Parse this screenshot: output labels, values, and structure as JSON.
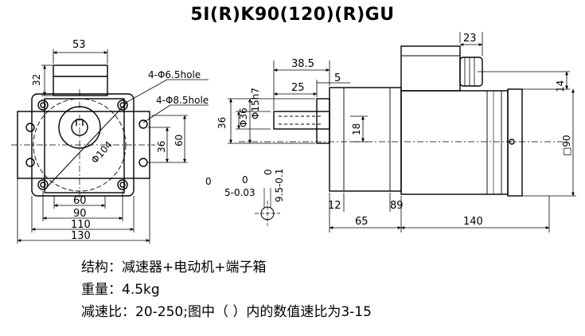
{
  "title": "5I(R)K90(120)(R)GU",
  "front_view": {
    "dims": {
      "top_width": "53",
      "left_height": "32",
      "hole_small": "4-Φ6.5hole",
      "hole_large": "4-Φ8.5hole",
      "pcd": "Φ104",
      "right_36": "36",
      "right_60": "60",
      "w60": "60",
      "w90": "90",
      "w110": "110",
      "w130": "130"
    }
  },
  "side_view": {
    "dims": {
      "d23": "23",
      "d38_5": "38.5",
      "d25": "25",
      "d5": "5",
      "d14": "14",
      "shaft_dia": "Φ15h7",
      "phi36": "Φ36",
      "v36": "36",
      "key18": "18",
      "sq90": "□90",
      "d12": "12",
      "d89": "89",
      "d65": "65",
      "d140": "140"
    }
  },
  "key_section": {
    "zero1": "0",
    "zero2": "0",
    "zero3": "0",
    "key_width": "5-0.03",
    "key_depth": "9.5-0.1"
  },
  "notes": {
    "structure": "结构：减速器+电动机+端子箱",
    "weight": "重量：4.5kg",
    "ratio": "减速比：20-250;图中（ ）内的数值速比为3-15"
  }
}
